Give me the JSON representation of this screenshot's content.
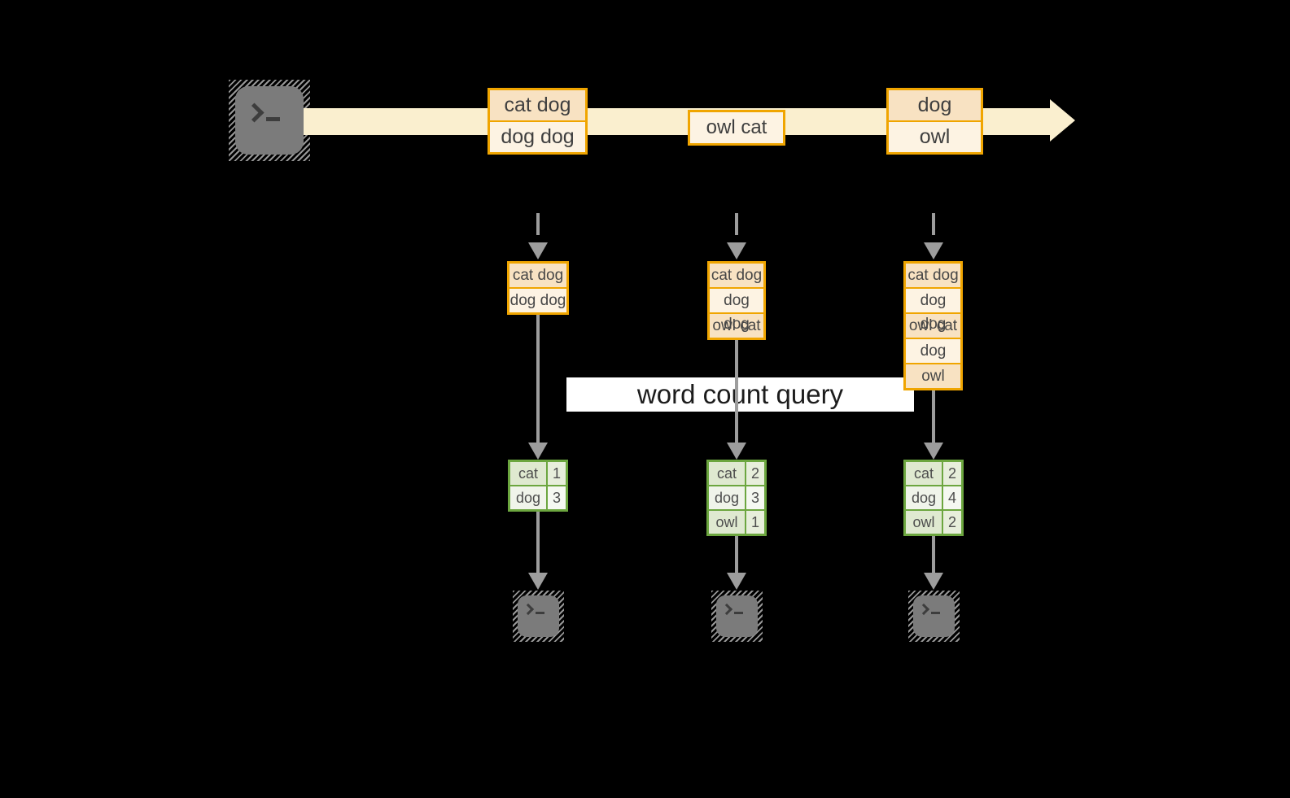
{
  "banner": {
    "label": "word count query"
  },
  "stream": {
    "events": [
      {
        "lines": [
          "cat dog",
          "dog dog"
        ]
      },
      {
        "lines": [
          "owl cat"
        ]
      },
      {
        "lines": [
          "dog",
          "owl"
        ]
      }
    ]
  },
  "pipelines": [
    {
      "buffer": [
        "cat dog",
        "dog dog"
      ],
      "counts": [
        {
          "word": "cat",
          "count": "1"
        },
        {
          "word": "dog",
          "count": "3"
        }
      ]
    },
    {
      "buffer": [
        "cat dog",
        "dog dog",
        "owl cat"
      ],
      "counts": [
        {
          "word": "cat",
          "count": "2"
        },
        {
          "word": "dog",
          "count": "3"
        },
        {
          "word": "owl",
          "count": "1"
        }
      ]
    },
    {
      "buffer": [
        "cat dog",
        "dog dog",
        "owl cat",
        "dog",
        "owl"
      ],
      "counts": [
        {
          "word": "cat",
          "count": "2"
        },
        {
          "word": "dog",
          "count": "4"
        },
        {
          "word": "owl",
          "count": "2"
        }
      ]
    }
  ],
  "icons": {
    "source": "terminal-icon",
    "sink": "terminal-icon"
  },
  "colors": {
    "background": "#000000",
    "orange_border": "#F0A500",
    "peach_fill": "#F8E2C2",
    "cream_fill": "#FDF3E3",
    "stream_fill": "#FAEFCF",
    "green_border": "#6CA63F",
    "green_cell_dark": "#DFE9D0",
    "green_cell_light": "#F0F4EA",
    "arrow_gray": "#9D9D9D",
    "terminal_gray": "#7B7B7B",
    "banner_bg": "#FFFFFF"
  }
}
